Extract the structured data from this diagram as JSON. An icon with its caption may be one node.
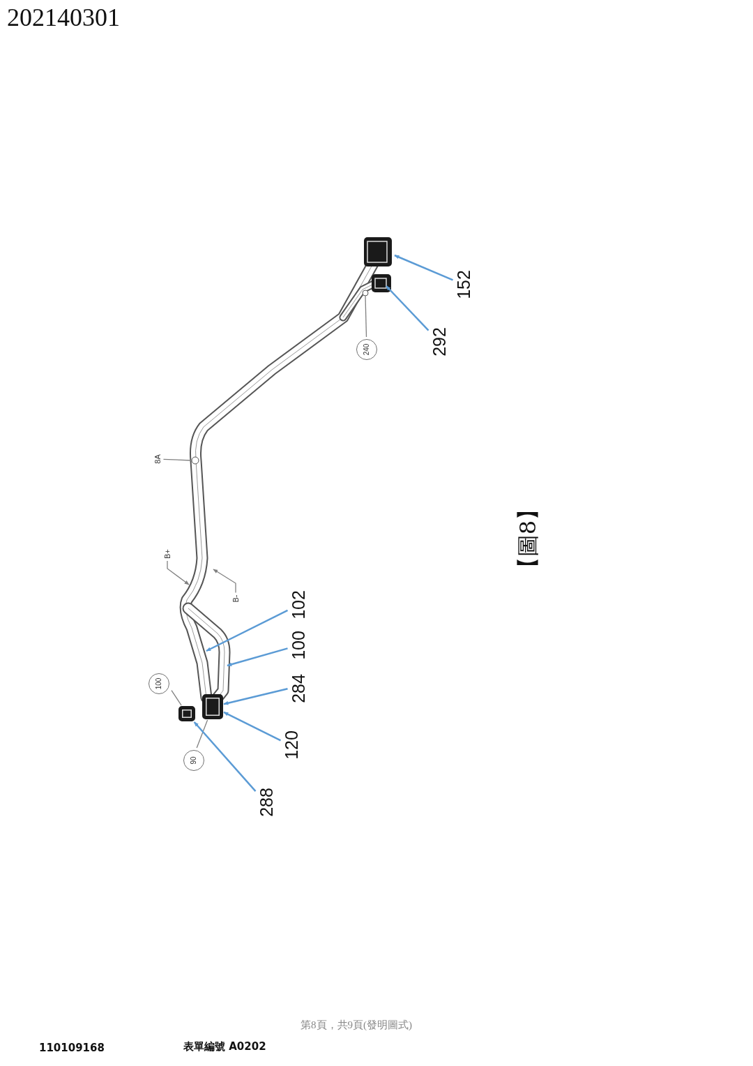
{
  "diagram": {
    "caption": "【圖8】",
    "nodes": [
      {
        "text": [
          "152"
        ]
      },
      {
        "text": [
          "292"
        ]
      },
      {
        "text": [
          "240"
        ]
      },
      {
        "text": [
          "8A"
        ]
      },
      {
        "text": [
          "B+"
        ]
      },
      {
        "text": [
          "B-"
        ]
      },
      {
        "text": [
          "102"
        ]
      },
      {
        "text": [
          "100"
        ]
      },
      {
        "text": [
          "284"
        ]
      },
      {
        "text": [
          "100"
        ]
      },
      {
        "text": [
          "120"
        ]
      },
      {
        "text": [
          "90"
        ]
      },
      {
        "text": [
          "288"
        ]
      },
      {
        "text": [],
        "shape": "box"
      },
      {
        "text": [],
        "shape": "box"
      }
    ],
    "edges": [
      {
        "from": 0,
        "to": null,
        "arrow": "to"
      },
      {
        "from": 1,
        "to": null,
        "arrow": "to"
      },
      {
        "from": 2,
        "to": null,
        "arrow": "none",
        "color": "#808080"
      },
      {
        "from": 3,
        "to": null,
        "arrow": "none",
        "color": "#808080"
      },
      {
        "from": 4,
        "to": null,
        "arrow": "to",
        "color": "#808080"
      },
      {
        "from": 5,
        "to": null,
        "arrow": "to",
        "color": "#808080"
      },
      {
        "from": 6,
        "to": null,
        "arrow": "to"
      },
      {
        "from": 7,
        "to": null,
        "arrow": "to"
      },
      {
        "from": 8,
        "to": 14,
        "arrow": "to"
      },
      {
        "from": 9,
        "to": 13,
        "arrow": "none",
        "color": "#808080"
      },
      {
        "from": 10,
        "to": 14,
        "arrow": "to"
      },
      {
        "from": 11,
        "to": 14,
        "arrow": "none",
        "color": "#808080"
      },
      {
        "from": 12,
        "to": 13,
        "arrow": "to"
      }
    ],
    "labels": [
      "202140301",
      "第8頁，共9頁(發明圖式)",
      "110109168",
      "表單編號 A0202"
    ]
  }
}
